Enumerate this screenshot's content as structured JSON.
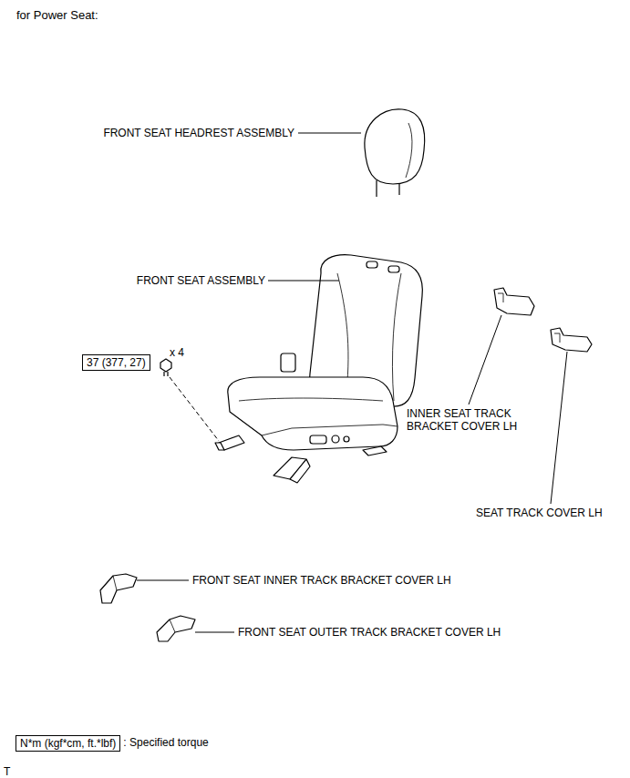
{
  "diagram": {
    "title": "for Power Seat:",
    "nodes": [
      {
        "text": [
          "37 (377, 27)"
        ]
      },
      {
        "text": [
          "N*m (kgf*cm, ft.*lbf)"
        ]
      }
    ],
    "labels": [
      "FRONT SEAT HEADREST ASSEMBLY",
      "FRONT SEAT ASSEMBLY",
      "x 4",
      "INNER SEAT TRACK BRACKET COVER LH",
      "SEAT TRACK COVER LH",
      "FRONT SEAT INNER TRACK BRACKET COVER LH",
      "FRONT SEAT OUTER TRACK BRACKET COVER LH",
      ": Specified torque",
      "T"
    ]
  }
}
